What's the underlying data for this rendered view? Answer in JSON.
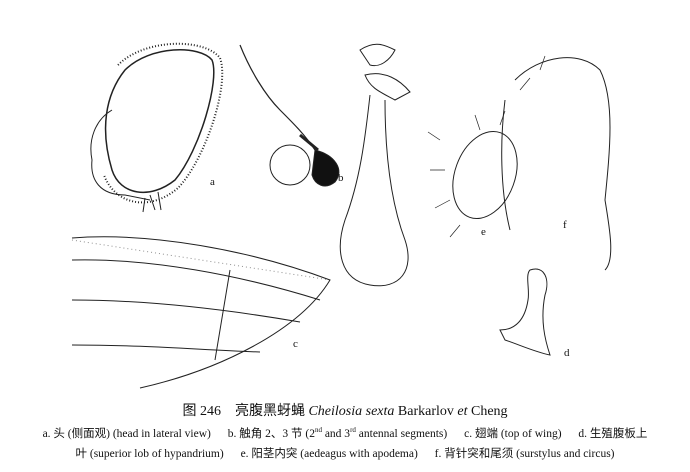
{
  "panels": {
    "a": "a",
    "b": "b",
    "c": "c",
    "d": "d",
    "e": "e",
    "f": "f"
  },
  "caption": {
    "figure_no": "图 246",
    "chinese_name": "亮腹黑蚜蝇",
    "species": "Cheilosia sexta",
    "author1": "Barkarlov",
    "et": "et",
    "author2": "Cheng",
    "a": "a. 头 (侧面观) (head in lateral view)",
    "b_pre": "b. 触角 2、3 节 (2",
    "b_sup1": "nd",
    "b_mid": " and 3",
    "b_sup2": "rd",
    "b_post": " antennal segments)",
    "c": "c. 翅端 (top of wing)",
    "d_line1": "d. 生殖腹板上",
    "d_line2": "叶 (superior lob of hypandrium)",
    "e": "e. 阳茎内突 (aedeagus with apodema)",
    "f": "f. 背针突和尾须 (surstylus and circus)"
  }
}
